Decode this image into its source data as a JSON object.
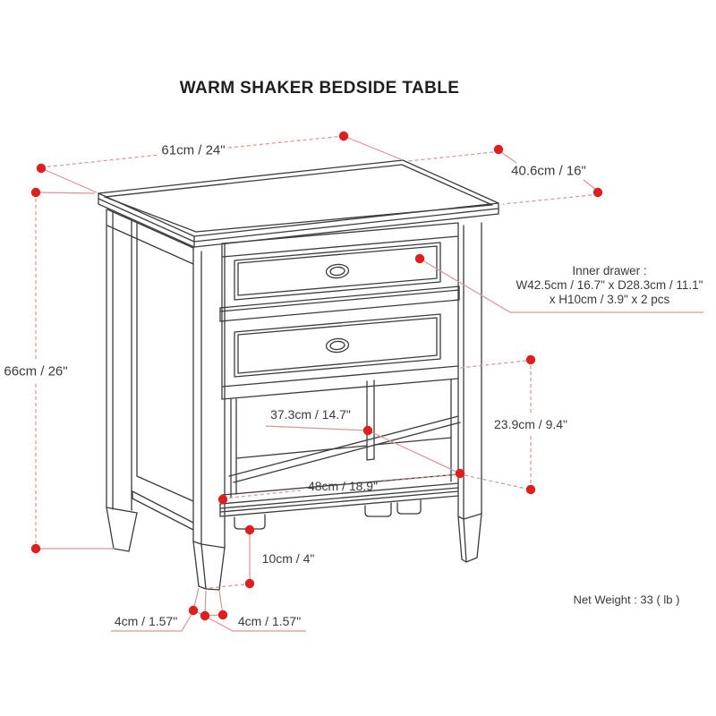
{
  "colors": {
    "dot": "#e01e1e",
    "dim_line": "#dc9494",
    "drawing": "#3c3c3c",
    "text": "#3a3a3a",
    "title": "#1f1f1f",
    "background": "#ffffff"
  },
  "labels": {
    "title": "WARM SHAKER BEDSIDE TABLE",
    "width": "61cm / 24\"",
    "depth": "40.6cm / 16\"",
    "height": "66cm / 26\"",
    "inner_drawer_line1": "Inner drawer :",
    "inner_drawer_line2": "W42.5cm / 16.7\" x D28.3cm / 11.1\"",
    "inner_drawer_line3": "x H10cm / 3.9\" x 2 pcs",
    "shelf_interior_width": "37.3cm / 14.7\"",
    "shelf_opening_height": "23.9cm / 9.4\"",
    "shelf_width": "48cm / 18.9\"",
    "bottom_rail_height": "10cm / 4\"",
    "foot_depth": "4cm / 1.57\"",
    "foot_width": "4cm / 1.57\"",
    "net_weight": "Net Weight : 33 ( lb )"
  }
}
